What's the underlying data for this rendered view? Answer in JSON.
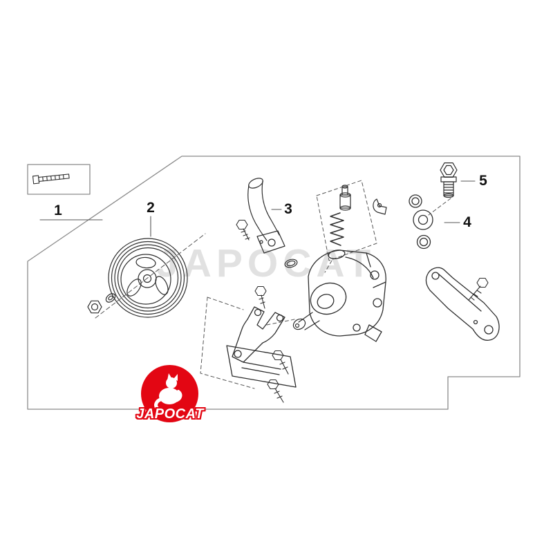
{
  "colors": {
    "background": "#ffffff",
    "line_art": "#2d2d2d",
    "border": "#8a8a8a",
    "watermark": "#c9c9c9",
    "logo_red": "#e30613",
    "logo_text": "#ffffff"
  },
  "watermark": {
    "text": "JAPOCAT"
  },
  "logo": {
    "text": "JAPOCAT"
  },
  "callouts": [
    {
      "label": "1"
    },
    {
      "label": "2"
    },
    {
      "label": "3"
    },
    {
      "label": "4"
    },
    {
      "label": "5"
    }
  ]
}
